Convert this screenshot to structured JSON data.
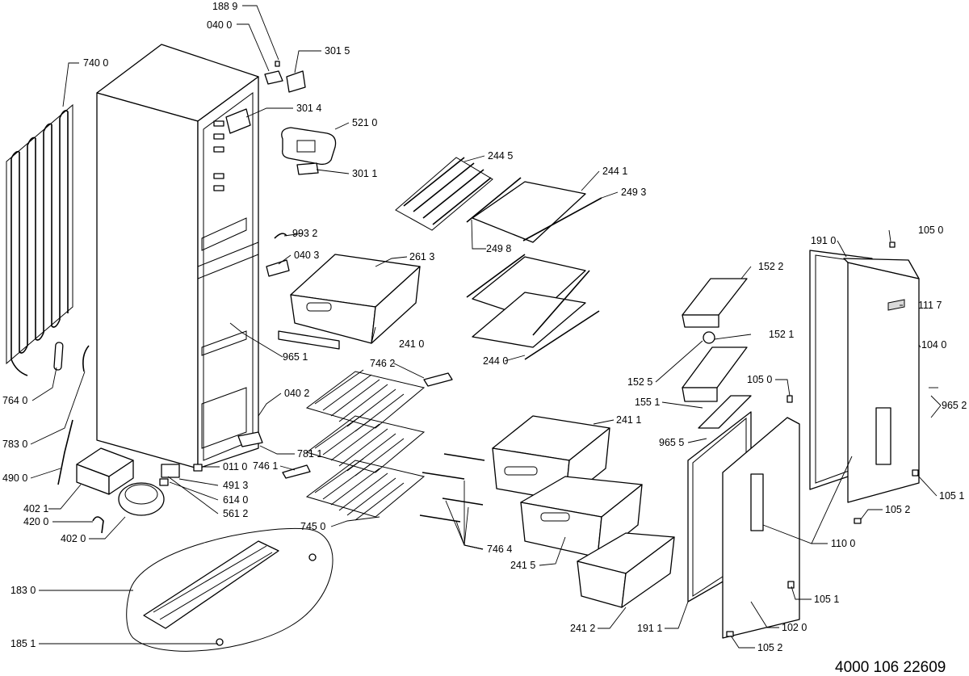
{
  "document_number": "4000 106 22609",
  "callouts": {
    "c1889": "188 9",
    "c0400": "040 0",
    "c3015": "301 5",
    "c7400": "740 0",
    "c3014": "301 4",
    "c5210": "521 0",
    "c3011": "301 1",
    "c2445": "244 5",
    "c2441": "244 1",
    "c2493": "249 3",
    "c9932": "993 2",
    "c2498": "249 8",
    "c0403": "040 3",
    "c2613": "261 3",
    "c1050a": "105 0",
    "c1910": "191 0",
    "c1522": "152 2",
    "c1117": "111 7",
    "c1521": "152 1",
    "c2410": "241 0",
    "c9651": "965 1",
    "c2440": "244 0",
    "c1040": "104 0",
    "c1525": "152 5",
    "c1050b": "105 0",
    "c7462": "746 2",
    "c0402": "040 2",
    "c1551": "155 1",
    "c9652": "965 2",
    "c7640": "764 0",
    "c2411": "241 1",
    "c9655": "965 5",
    "c7830": "783 0",
    "c7811": "781 1",
    "c7461": "746 1",
    "c0110": "011 0",
    "c4900": "490 0",
    "c4913": "491 3",
    "c1051a": "105 1",
    "c6140": "614 0",
    "c4021": "402 1",
    "c5612": "561 2",
    "c1052a": "105 2",
    "c4200": "420 0",
    "c4020": "402 0",
    "c7450": "745 0",
    "c7464": "746 4",
    "c1100": "110 0",
    "c2415": "241 5",
    "c1830": "183 0",
    "c1051b": "105 1",
    "c2412": "241 2",
    "c1911": "191 1",
    "c1020": "102 0",
    "c1851": "185 1",
    "c1052b": "105 2"
  }
}
